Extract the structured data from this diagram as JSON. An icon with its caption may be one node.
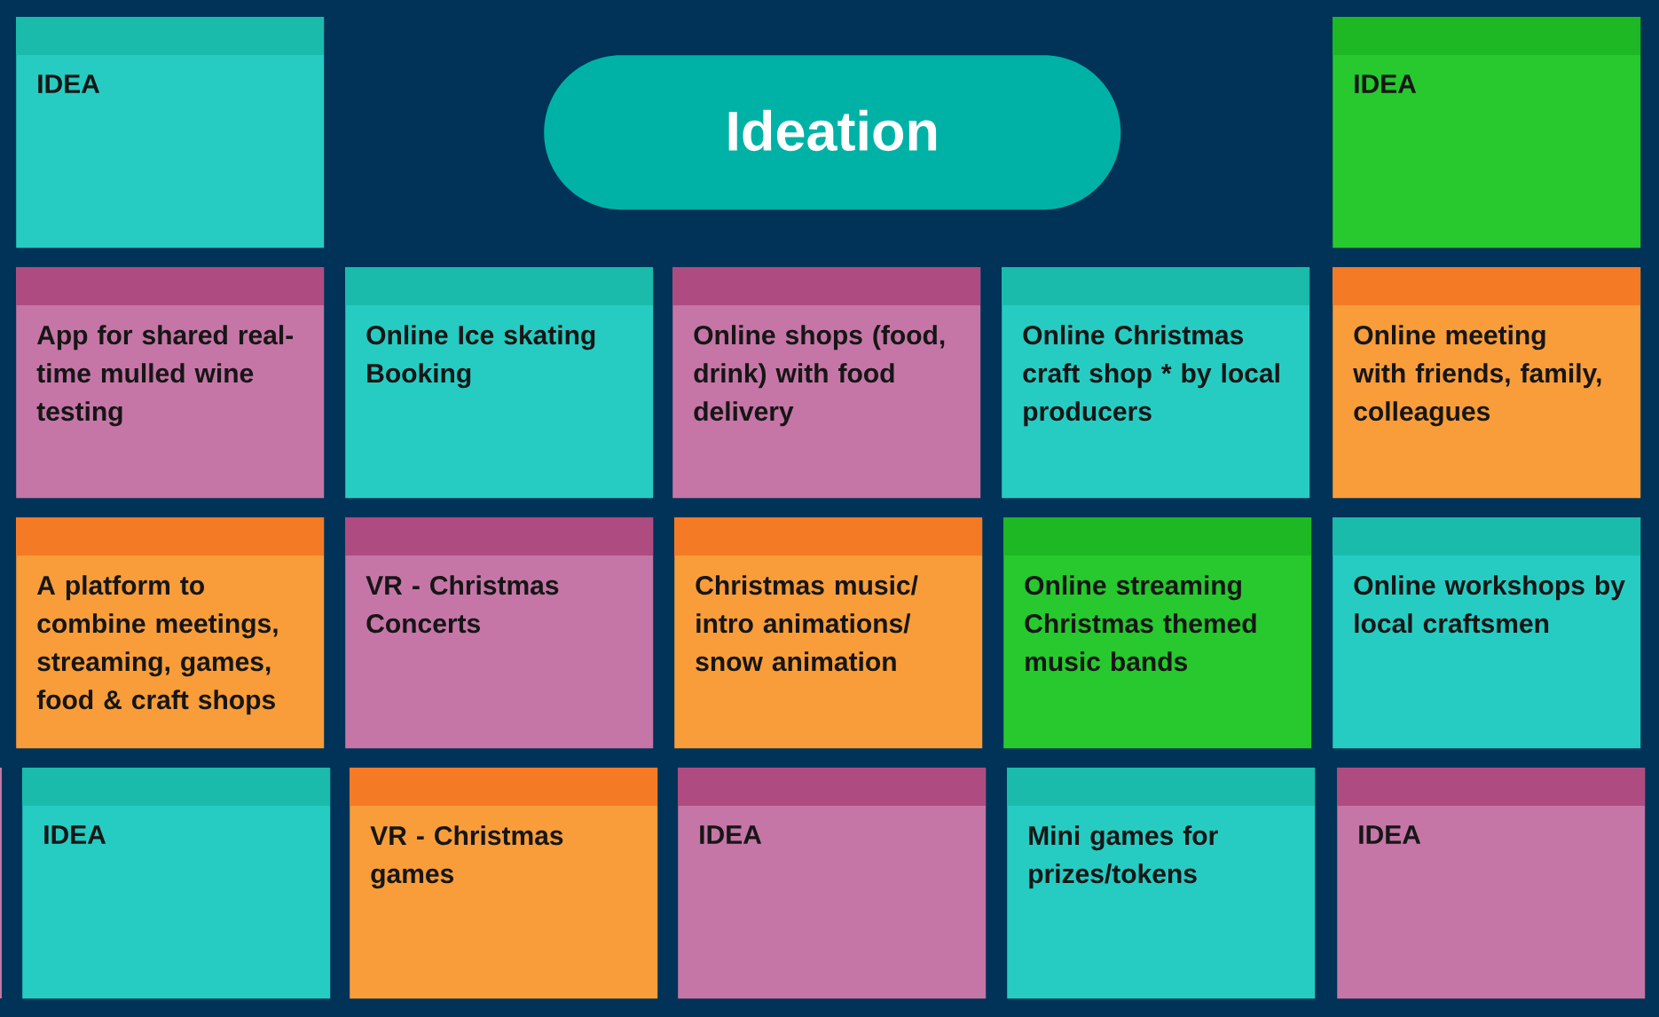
{
  "diagram": {
    "nodes": [
      {
        "text": [
          "IDEA"
        ]
      },
      {
        "text": [
          "Ideation"
        ]
      },
      {
        "text": [
          "IDEA"
        ]
      },
      {
        "text": [
          "App for shared real-time mulled wine testing"
        ]
      },
      {
        "text": [
          "Online Ice skating Booking"
        ]
      },
      {
        "text": [
          "Online shops (food, drink) with food delivery"
        ]
      },
      {
        "text": [
          "Online Christmas craft shop * by local producers"
        ]
      },
      {
        "text": [
          "Online meeting with friends, family, colleagues"
        ]
      },
      {
        "text": [
          "A platform to combine meetings, streaming, games, food & craft shops"
        ]
      },
      {
        "text": [
          "VR - Christmas Concerts"
        ]
      },
      {
        "text": [
          "Christmas music/ intro animations/ snow animation"
        ]
      },
      {
        "text": [
          "Online streaming Christmas themed music bands"
        ]
      },
      {
        "text": [
          "Online workshops by local craftsmen"
        ]
      },
      {
        "text": [
          "IDEA"
        ]
      },
      {
        "text": [
          "VR - Christmas games"
        ]
      },
      {
        "text": [
          "IDEA"
        ]
      },
      {
        "text": [
          "Mini games for prizes/tokens"
        ]
      },
      {
        "text": [
          "IDEA"
        ]
      }
    ]
  }
}
